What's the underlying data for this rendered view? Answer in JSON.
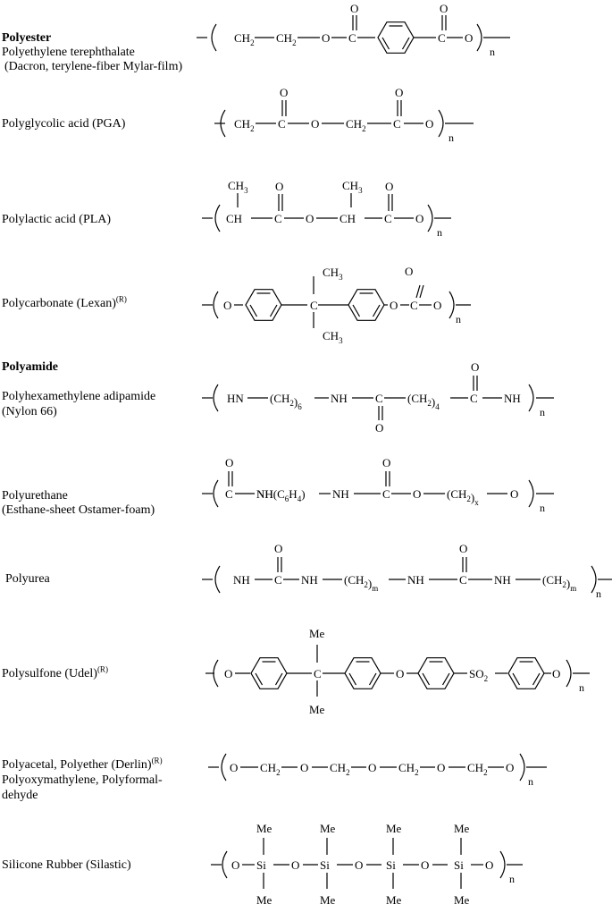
{
  "headings": {
    "polyester": "Polyester",
    "polyamide": "Polyamide"
  },
  "pet": {
    "name": "Polyethylene terephthalate",
    "trade": "(Dacron, terylene-fiber Mylar-film)"
  },
  "pga": {
    "name": "Polyglycolic acid (PGA)"
  },
  "pla": {
    "name": "Polylactic acid (PLA)"
  },
  "pc": {
    "name": "Polycarbonate (Lexan)",
    "mark": "(R)"
  },
  "nylon": {
    "name": "Polyhexamethylene adipamide",
    "trade": "(Nylon 66)"
  },
  "pu": {
    "name": "Polyurethane",
    "trade": "(Esthane-sheet Ostamer-foam)"
  },
  "urea": {
    "name": "Polyurea"
  },
  "psu": {
    "name": "Polysulfone (Udel)",
    "mark": "(R)"
  },
  "acetal": {
    "name": "Polyacetal, Polyether (Derlin)",
    "mark": "(R)",
    "line2": "Polyoxymathylene, Polyformal-",
    "line3": "dehyde"
  },
  "silicone": {
    "name": "Silicone Rubber (Silastic)"
  },
  "chem": {
    "O": "O",
    "C": "C",
    "CH": "CH",
    "CH2": "CH",
    "CH3": "CH",
    "HN": "HN",
    "NH": "NH",
    "Me": "Me",
    "Si": "Si",
    "SO": "SO",
    "n": "n",
    "m": "m",
    "x": "x",
    "sub2": "2",
    "sub3": "3",
    "sub4": "4",
    "sub6": "6",
    "lp": "(",
    "rp": ")"
  }
}
